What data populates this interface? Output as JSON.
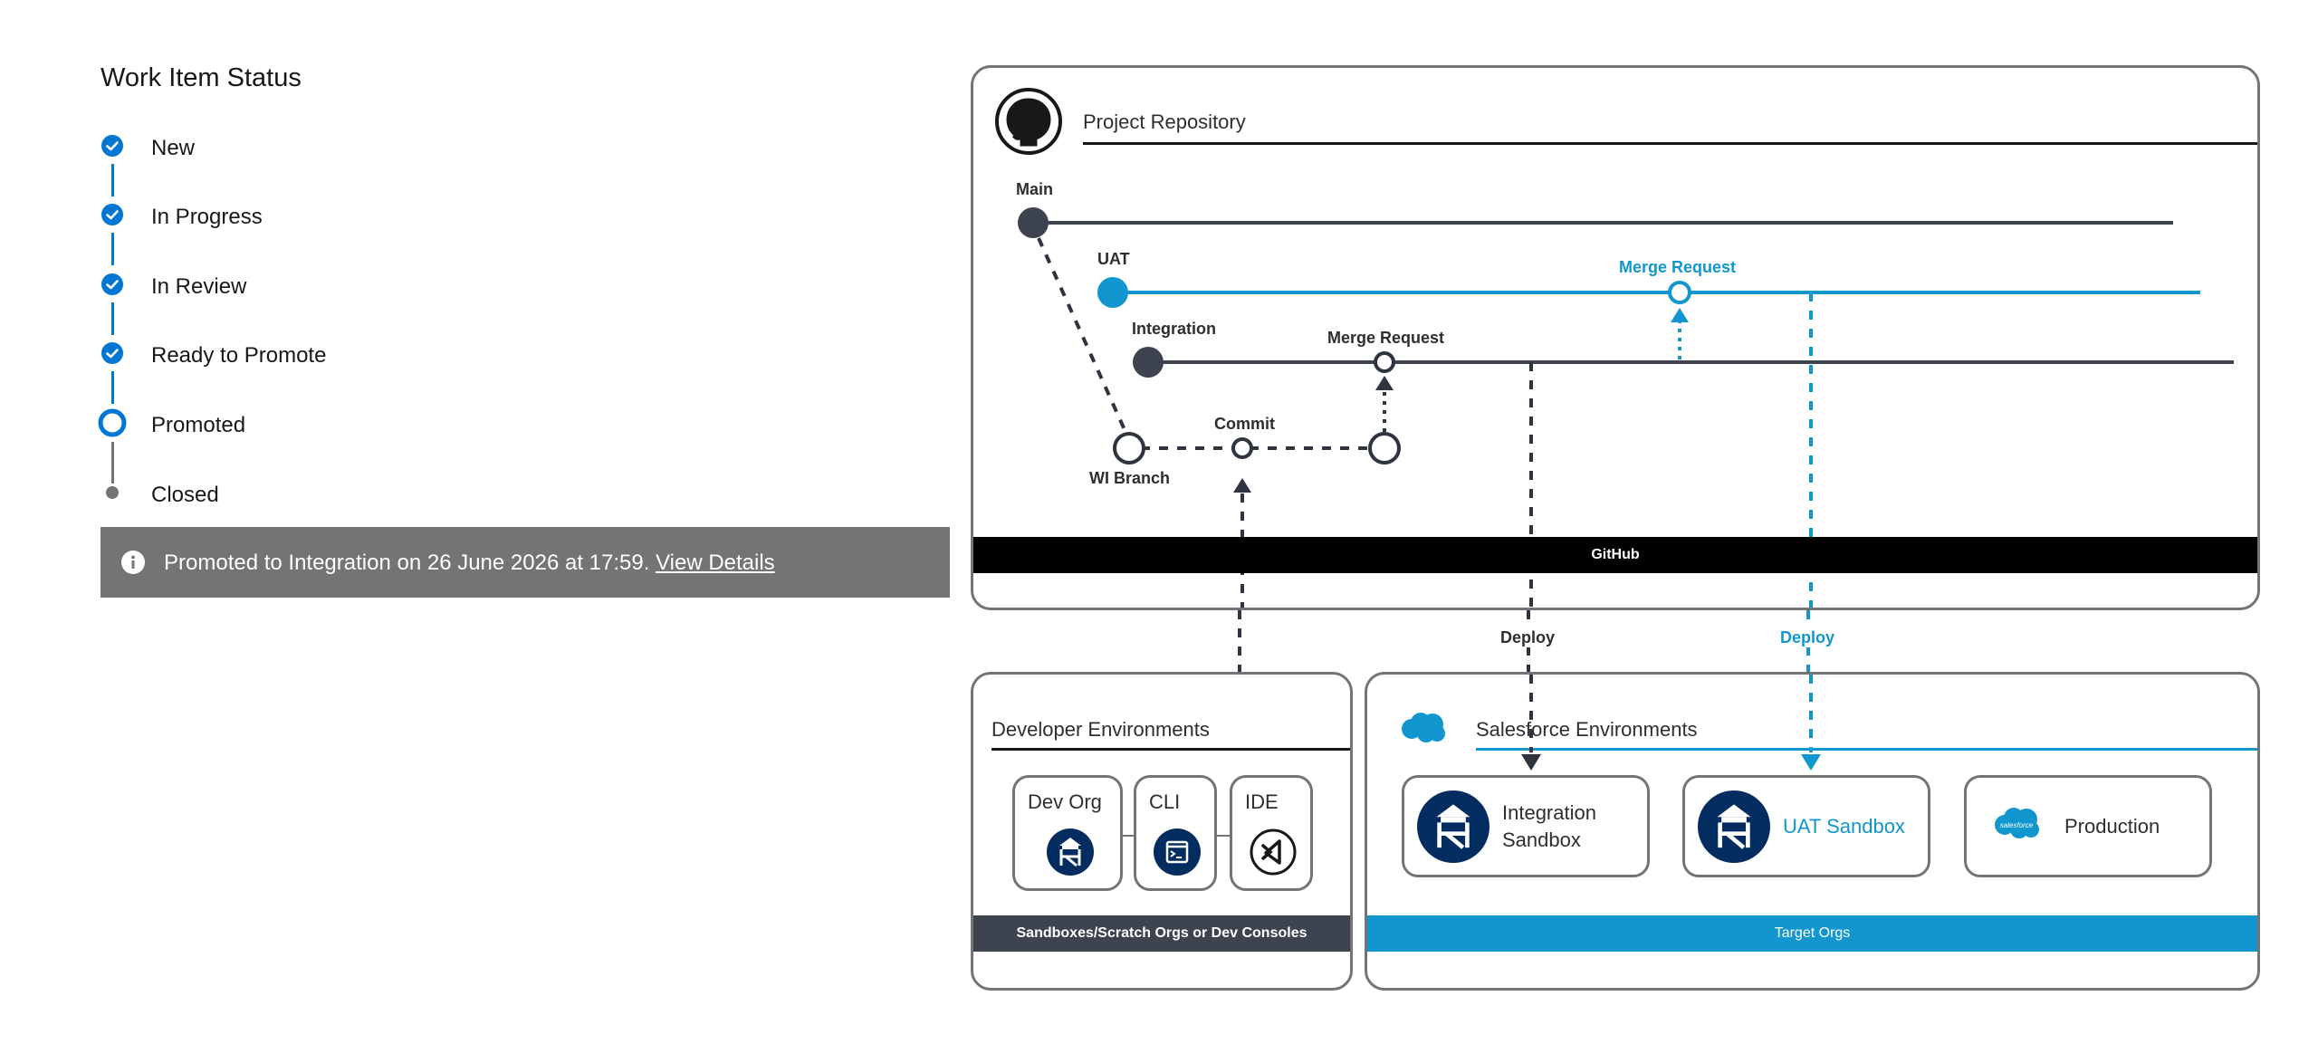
{
  "status": {
    "title": "Work Item Status",
    "steps": [
      {
        "label": "New",
        "state": "complete"
      },
      {
        "label": "In Progress",
        "state": "complete"
      },
      {
        "label": "In Review",
        "state": "complete"
      },
      {
        "label": "Ready to Promote",
        "state": "complete"
      },
      {
        "label": "Promoted",
        "state": "current"
      },
      {
        "label": "Closed",
        "state": "incomplete"
      }
    ],
    "toast": {
      "message": "Promoted to Integration on 26 June 2026 at 17:59.",
      "link": "View Details",
      "icon": "info-icon"
    }
  },
  "repo": {
    "title": "Project Repository",
    "icon": "github-octocat-icon",
    "band": "GitHub",
    "branches": {
      "main": "Main",
      "uat": "UAT",
      "integration": "Integration",
      "wi_branch": "WI Branch"
    },
    "labels": {
      "commit": "Commit",
      "merge_request_integration": "Merge Request",
      "merge_request_uat": "Merge Request"
    }
  },
  "deploy": {
    "left": "Deploy",
    "right": "Deploy"
  },
  "dev_env": {
    "title": "Developer Environments",
    "band": "Sandboxes/Scratch Orgs or Dev Consoles",
    "tools": [
      {
        "label": "Dev Org",
        "icon": "sandbox-icon"
      },
      {
        "label": "CLI",
        "icon": "terminal-icon"
      },
      {
        "label": "IDE",
        "icon": "vscode-icon"
      }
    ]
  },
  "sf_env": {
    "title": "Salesforce Environments",
    "icon": "salesforce-cloud-icon",
    "band": "Target Orgs",
    "orgs": {
      "integration_line1": "Integration",
      "integration_line2": "Sandbox",
      "uat": "UAT Sandbox",
      "production": "Production",
      "production_logo_text": "salesforce"
    }
  },
  "colors": {
    "brand_blue": "#0176d3",
    "accent_blue": "#1196cf",
    "dark": "#2e3440",
    "navy": "#032d60",
    "toast_grey": "#747474"
  }
}
